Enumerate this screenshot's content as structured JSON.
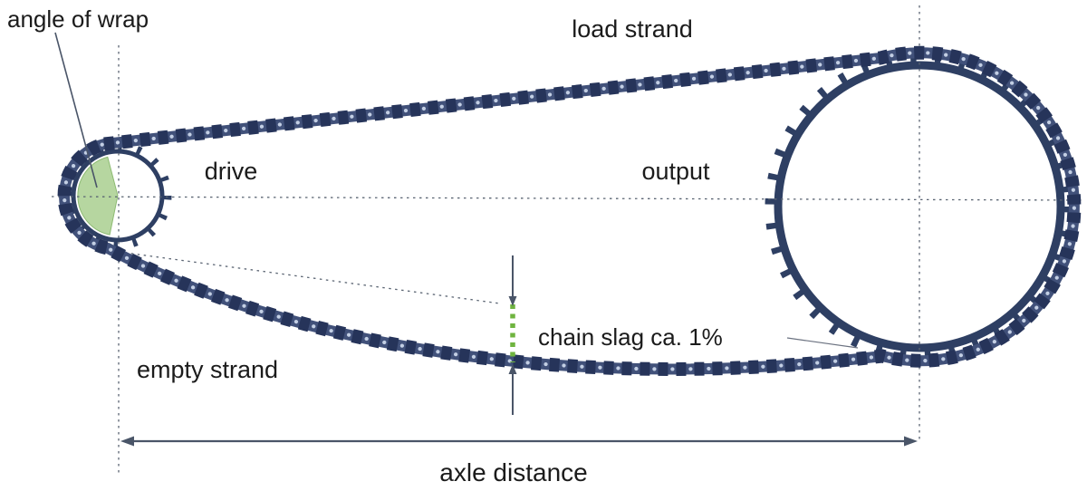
{
  "diagram": {
    "type": "chain-drive-schematic",
    "labels": {
      "angle_of_wrap": "angle of wrap",
      "load_strand": "load strand",
      "drive": "drive",
      "output": "output",
      "empty_strand": "empty strand",
      "chain_slag": "chain slag ca. 1%",
      "axle_distance": "axle distance"
    },
    "colors": {
      "chain_dark": "#26345a",
      "chain_mid": "#41517a",
      "chain_pin": "#c3cfe4",
      "sprocket_outline": "#2e3f63",
      "wrap_wedge_green": "#a9cf8f",
      "sag_indicator_green": "#6fb43f",
      "construction_line": "#5a6472",
      "text": "#1b1b1b"
    }
  }
}
